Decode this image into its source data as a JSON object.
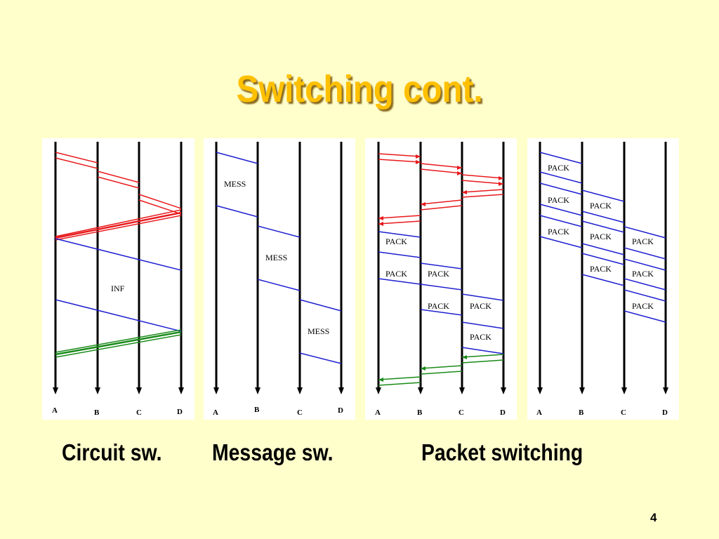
{
  "slide": {
    "title": "Switching cont.",
    "page_number": "4"
  },
  "captions": {
    "circuit": "Circuit sw.",
    "message": "Message sw.",
    "packet": "Packet switching"
  },
  "nodes": [
    "A",
    "B",
    "C",
    "D"
  ],
  "labels": {
    "inf": "INF",
    "mess": "MESS",
    "pack": "PACK"
  },
  "colors": {
    "background": "#FFFFCC",
    "title": "#FFC000",
    "control_signal": "#E8191C",
    "data": "#2020D0",
    "acknowledge": "#1A8A1A"
  }
}
